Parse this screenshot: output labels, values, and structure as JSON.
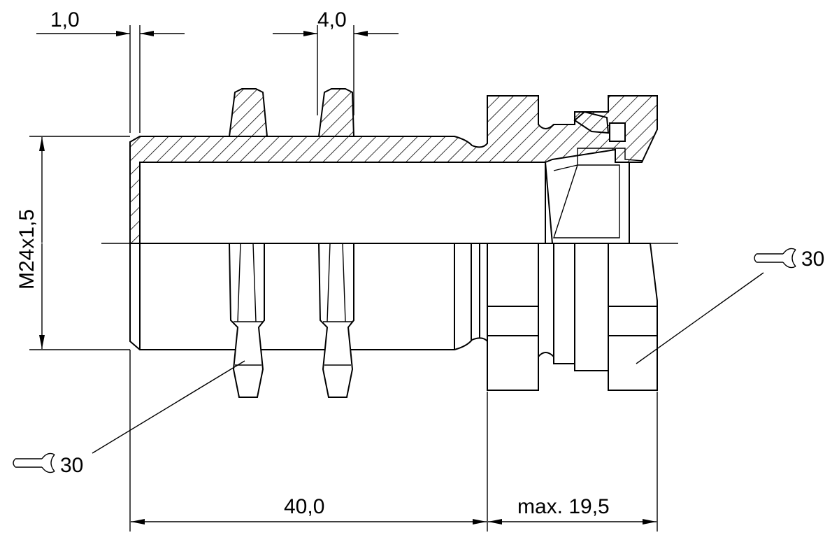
{
  "dimensions": {
    "wall_thickness": "1,0",
    "rib_width": "4,0",
    "thread": "M24x1,5",
    "body_length": "40,0",
    "nut_length": "max. 19,5"
  },
  "wrench_callouts": [
    {
      "label": "30"
    },
    {
      "label": "30"
    }
  ]
}
